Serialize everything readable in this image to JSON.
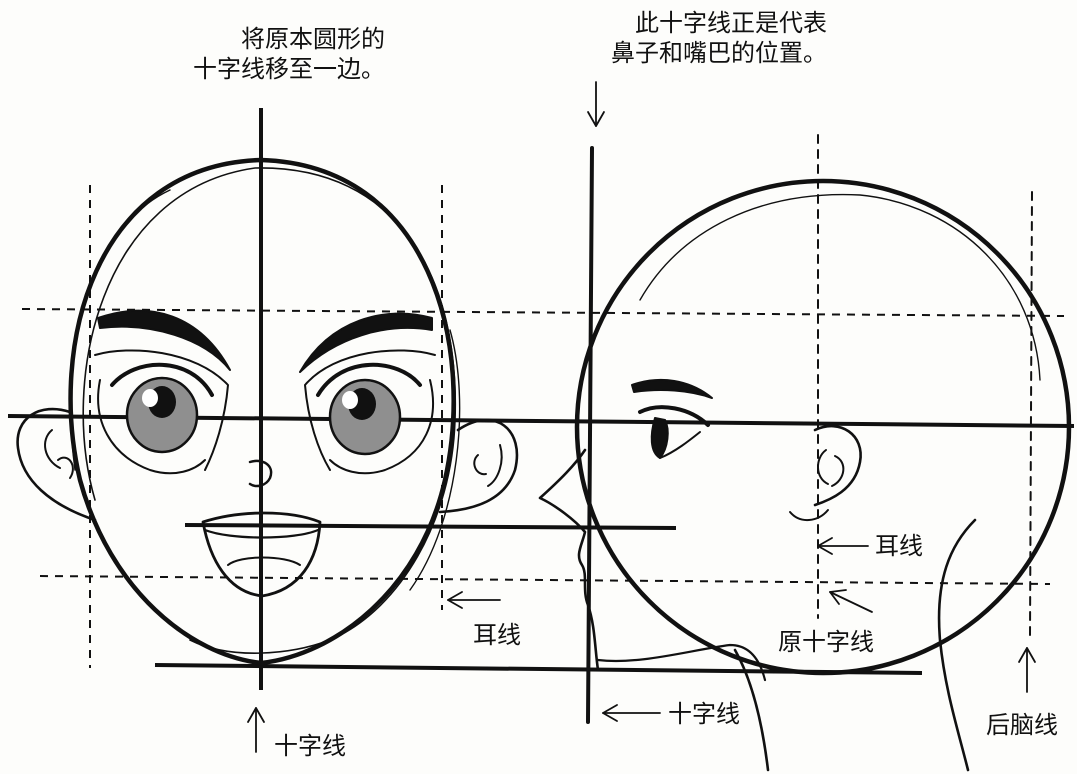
{
  "annotations": {
    "top_left_note": "将原本圆形的\n十字线移至一边。",
    "top_right_note": "此十字线正是代表\n鼻子和嘴巴的位置。",
    "front_ear_line": "耳线",
    "front_cross_line": "十字线",
    "side_ear_line": "耳线",
    "side_original_cross": "原十字线",
    "side_cross_line": "十字线",
    "side_back_head_line": "后脑线"
  },
  "icons": {
    "down_arrow": "down-arrow-icon",
    "up_arrow": "up-arrow-icon",
    "left_arrow": "left-arrow-icon",
    "diagonal_arrow": "diagonal-arrow-icon"
  },
  "colors": {
    "ink": "#111111",
    "iris": "#8f8f8f",
    "paper": "#fdfdfb"
  }
}
